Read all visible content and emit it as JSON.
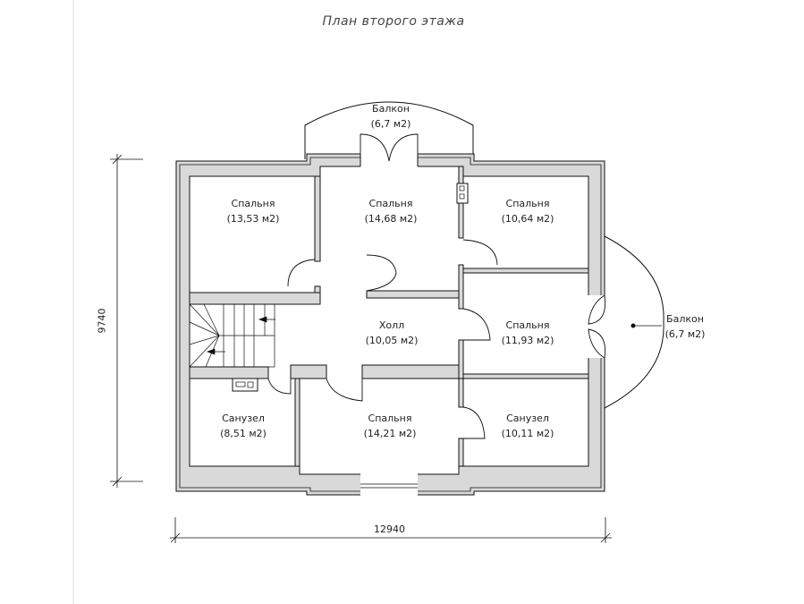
{
  "title": "План второго этажа",
  "rooms": [
    {
      "name": "Спальня",
      "area": "(13,53 м2)"
    },
    {
      "name": "Спальня",
      "area": "(14,68 м2)"
    },
    {
      "name": "Спальня",
      "area": "(10,64 м2)"
    },
    {
      "name": "Холл",
      "area": "(10,05 м2)"
    },
    {
      "name": "Спальня",
      "area": "(11,93 м2)"
    },
    {
      "name": "Санузел",
      "area": "(8,51 м2)"
    },
    {
      "name": "Спальня",
      "area": "(14,21 м2)"
    },
    {
      "name": "Санузел",
      "area": "(10,11 м2)"
    }
  ],
  "balconies": [
    {
      "name": "Балкон",
      "area": "(6,7 м2)"
    },
    {
      "name": "Балкон",
      "area": "(6,7 м2)"
    }
  ],
  "dimensions": {
    "width": "12940",
    "height": "9740"
  }
}
